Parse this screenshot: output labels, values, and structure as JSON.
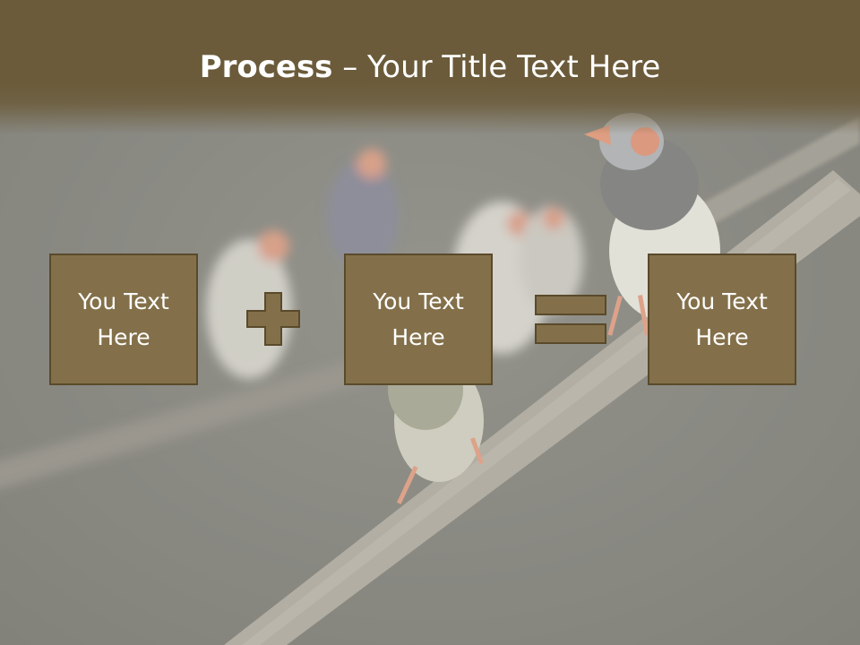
{
  "slide": {
    "title_bold": "Process",
    "title_rest": " – Your Title Text Here",
    "boxes": [
      {
        "text": "You Text Here"
      },
      {
        "text": "You Text Here"
      },
      {
        "text": "You Text Here"
      }
    ],
    "operators": [
      "plus-icon",
      "equals-icon"
    ],
    "background": "finch-birds-on-branch-photo"
  },
  "colors": {
    "title_bar": "#6b5b3a",
    "box_fill": "#83704a",
    "box_border": "#5a4a2b",
    "text": "#ffffff"
  }
}
